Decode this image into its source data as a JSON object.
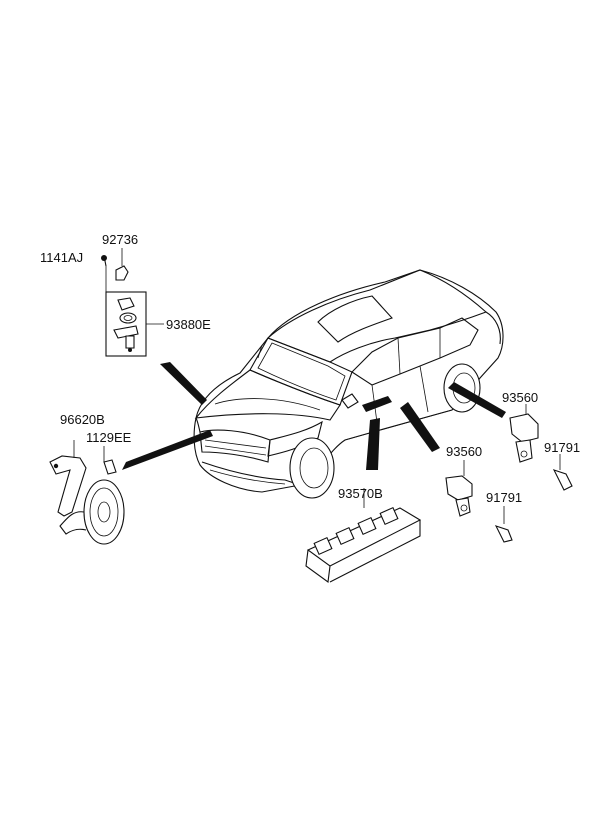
{
  "diagram": {
    "part_labels": [
      {
        "id": "horn_bracket_part",
        "text": "96620B"
      },
      {
        "id": "horn_bolt_part",
        "text": "1129EE"
      },
      {
        "id": "mount_bolt_part",
        "text": "1141AJ"
      },
      {
        "id": "clip_part",
        "text": "92736"
      },
      {
        "id": "hood_switch_part",
        "text": "93880E"
      },
      {
        "id": "door_switch_right_part",
        "text": "93560"
      },
      {
        "id": "door_switch_right_screw",
        "text": "91791"
      },
      {
        "id": "door_switch_left_part",
        "text": "93560"
      },
      {
        "id": "door_switch_left_screw",
        "text": "91791"
      },
      {
        "id": "power_window_switch_part",
        "text": "93570B"
      }
    ]
  }
}
